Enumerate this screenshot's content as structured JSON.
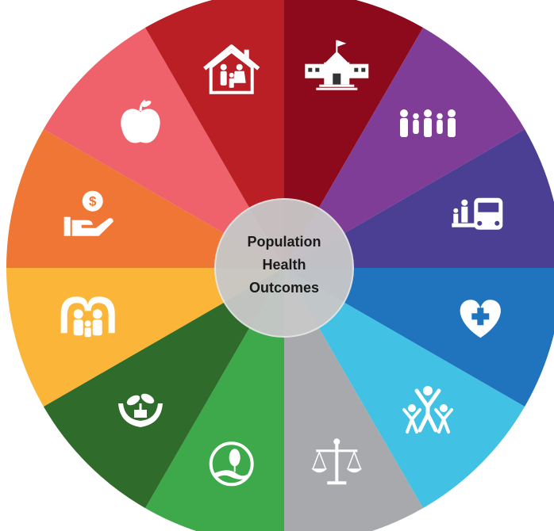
{
  "center": {
    "lines": [
      "Population",
      "Health",
      "Outcomes"
    ],
    "fill": "#c8c8c8"
  },
  "segments": [
    {
      "icon": "school-icon",
      "color": "#8c0a1c"
    },
    {
      "icon": "family-group-icon",
      "color": "#7f3d97"
    },
    {
      "icon": "public-transit-icon",
      "color": "#4b3f93"
    },
    {
      "icon": "heart-health-icon",
      "color": "#1f74bd"
    },
    {
      "icon": "community-people-icon",
      "color": "#41c1e3"
    },
    {
      "icon": "justice-scales-icon",
      "color": "#a7a9ac"
    },
    {
      "icon": "park-path-icon",
      "color": "#3da94a"
    },
    {
      "icon": "plant-in-hands-icon",
      "color": "#2f6b2b"
    },
    {
      "icon": "family-support-icon",
      "color": "#fbb63a"
    },
    {
      "icon": "money-in-hand-icon",
      "color": "#ef7634"
    },
    {
      "icon": "apple-icon",
      "color": "#ef626b"
    },
    {
      "icon": "house-family-icon",
      "color": "#b91f24"
    }
  ]
}
